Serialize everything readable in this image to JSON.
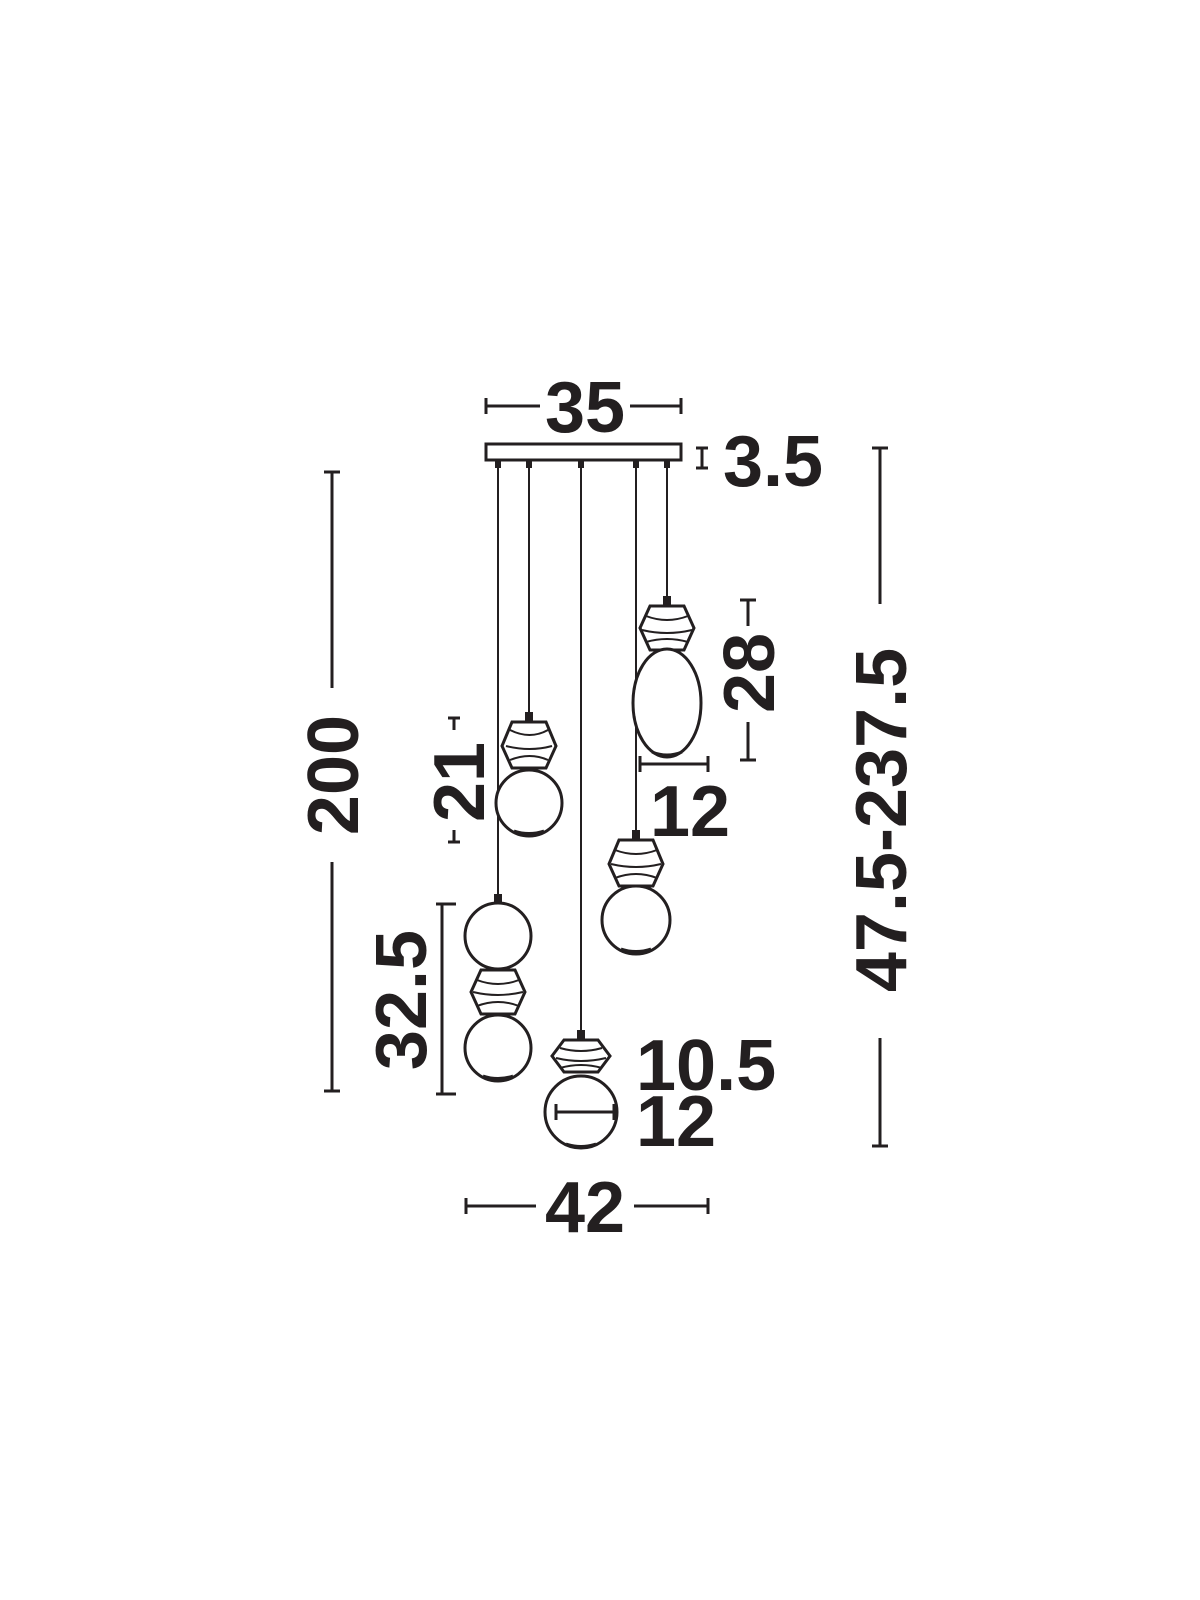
{
  "dimensions": {
    "canopy_width": "35",
    "canopy_height": "3.5",
    "total_height": "47.5-237.5",
    "cable_length": "200",
    "double_pendant_height": "32.5",
    "pendant_small_height": "21",
    "oval_pendant_height": "28",
    "oval_pendant_width": "12",
    "bottom_pendant_height": "10.5",
    "bottom_pendant_width": "12",
    "overall_width": "42"
  },
  "colors": {
    "line": "#231f20",
    "background": "#ffffff"
  }
}
